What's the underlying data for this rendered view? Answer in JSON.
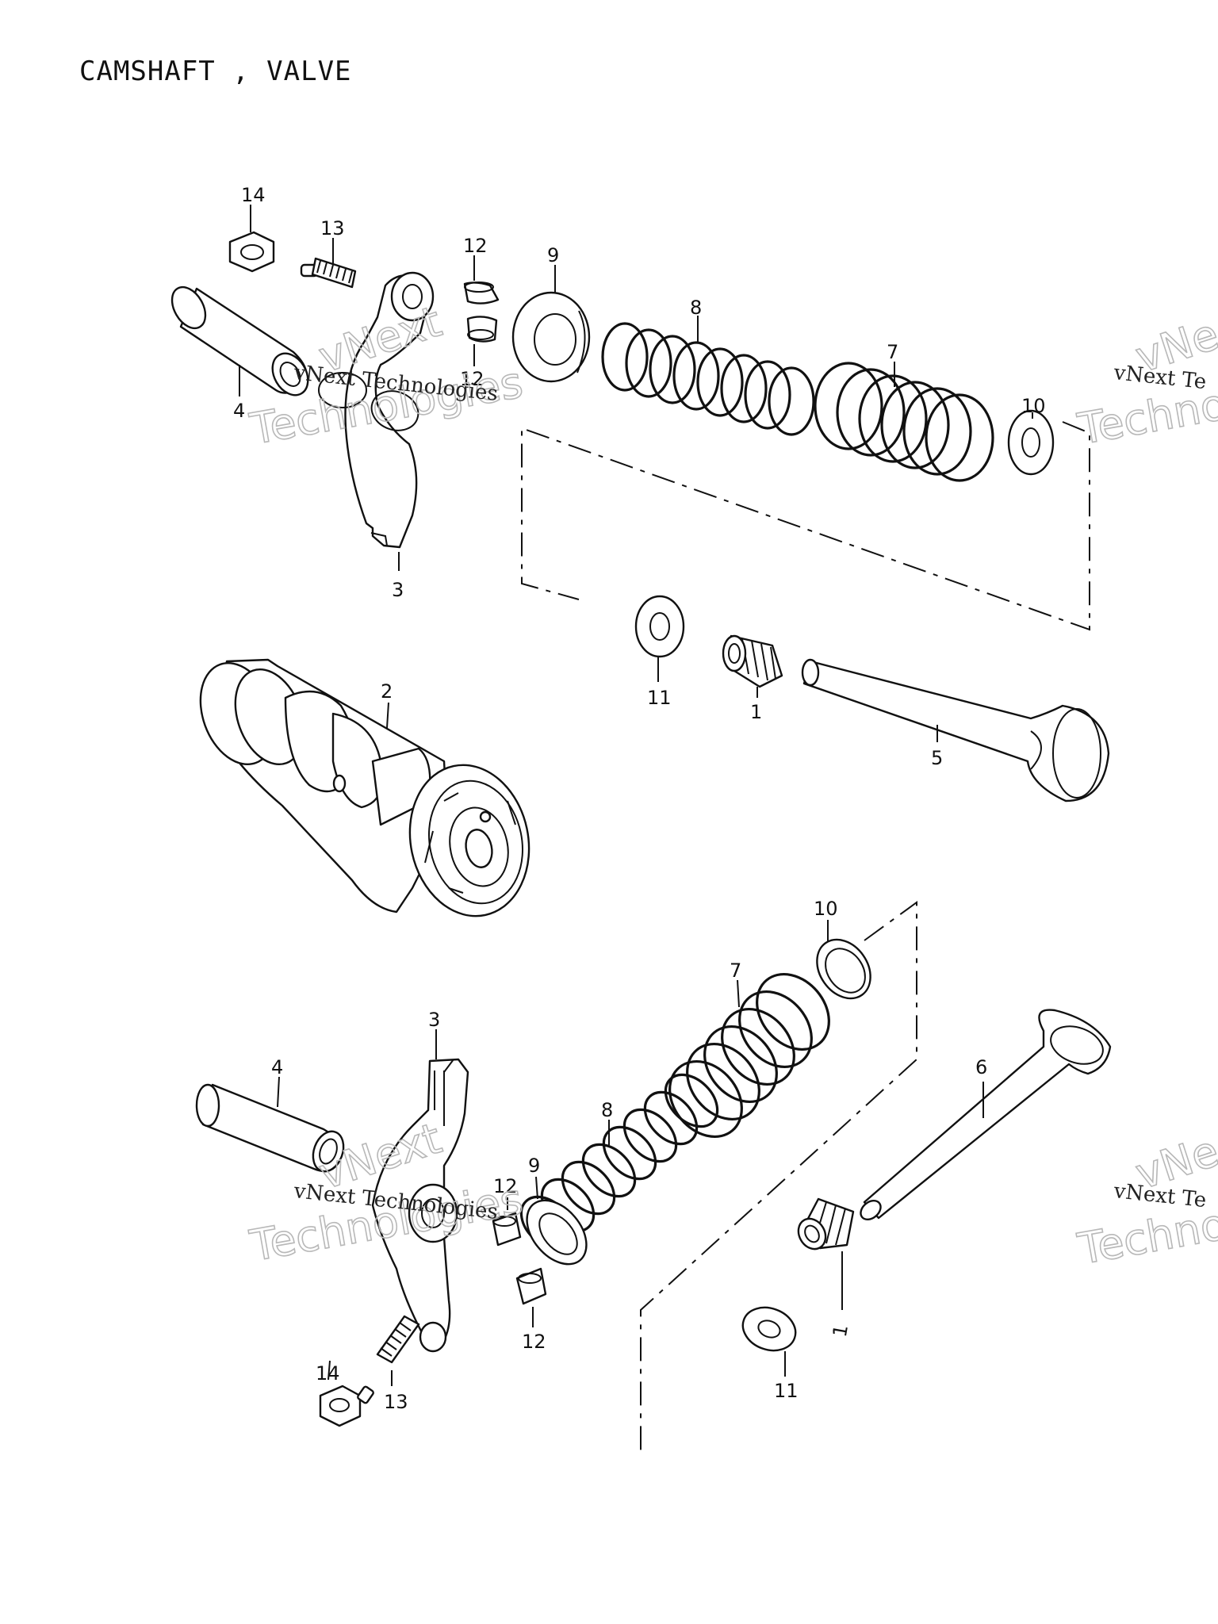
{
  "title": "CAMSHAFT , VALVE",
  "callouts": {
    "top": [
      "14",
      "13",
      "12",
      "12",
      "9",
      "8",
      "7",
      "10",
      "4",
      "3",
      "2",
      "11",
      "1",
      "5"
    ],
    "bottom": [
      "10",
      "7",
      "3",
      "4",
      "8",
      "9",
      "12",
      "12",
      "6",
      "14",
      "13",
      "1",
      "11"
    ]
  },
  "watermark": {
    "brand": "vNext Technologies",
    "line1": "vNext",
    "line2": "Technologies",
    "edge_line1": "vNe",
    "edge_line2": "vNext Te",
    "edge_line3": "Techno"
  }
}
